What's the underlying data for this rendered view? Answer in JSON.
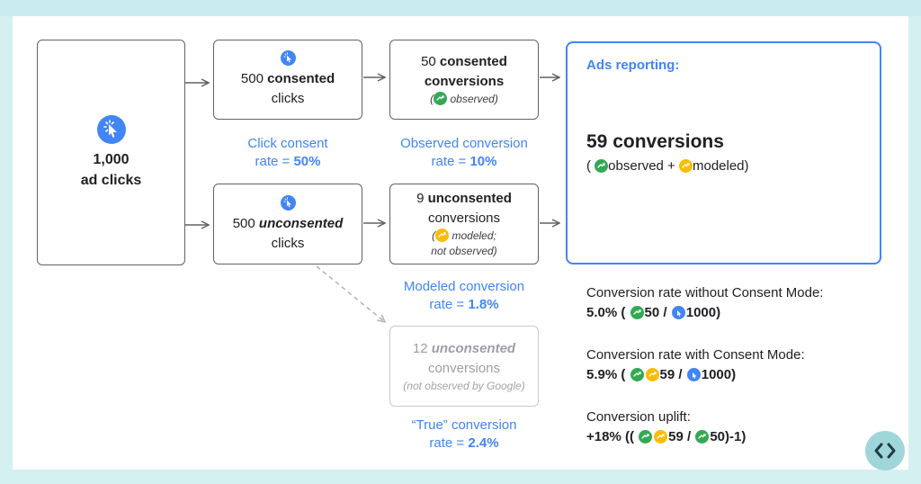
{
  "start": {
    "number": "1,000",
    "label": "ad clicks"
  },
  "consented_clicks": {
    "count": "500",
    "bold": "consented",
    "tail": "clicks"
  },
  "unconsented_clicks": {
    "count": "500",
    "bold": "unconsented",
    "tail": "clicks"
  },
  "consented_conversions": {
    "prefix": "50",
    "bold": "consented",
    "line2": "conversions",
    "note_open": "(",
    "note": "observed)"
  },
  "unconsented_conversions": {
    "prefix": "9",
    "bold": "unconsented",
    "line2": "conversions",
    "note_open": "(",
    "note_a": "modeled;",
    "note_b": "not observed)"
  },
  "true_conversions": {
    "prefix": "12",
    "bold": "unconsented",
    "line2": "conversions",
    "note": "(not observed by Google)"
  },
  "captions": {
    "click_consent": {
      "line1": "Click consent",
      "line2_pre": "rate = ",
      "line2_bold": "50%"
    },
    "observed": {
      "line1": "Observed conversion",
      "line2_pre": "rate = ",
      "line2_bold": "10%"
    },
    "modeled": {
      "line1": "Modeled conversion",
      "line2_pre": "rate = ",
      "line2_bold": "1.8%"
    },
    "true": {
      "line1": "“True” conversion",
      "line2_pre": "rate = ",
      "line2_bold": "2.4%"
    }
  },
  "report": {
    "title": "Ads reporting:",
    "headline": "59 conversions",
    "sub_open": "(",
    "sub_observed": "observed +",
    "sub_modeled": "modeled)"
  },
  "stats": [
    {
      "label": "Conversion rate without Consent Mode:",
      "pct": "5.0% (",
      "a": "50 /",
      "b": "1000)"
    },
    {
      "label": "Conversion rate with Consent Mode:",
      "pct": "5.9% (",
      "a": "59 /",
      "b": "1000)"
    },
    {
      "label": "Conversion uplift:",
      "pct": "+18% ((",
      "a": "59 /",
      "b": "50)-1)"
    }
  ],
  "icons": {
    "click": "cursor-click-icon",
    "observed": "observed-conversion-icon",
    "modeled": "modeled-conversion-icon",
    "logo": "code-brackets-icon"
  },
  "colors": {
    "accent": "#4285f4",
    "observed": "#34a853",
    "modeled": "#fbbc04",
    "background": "#d4f0f1"
  }
}
